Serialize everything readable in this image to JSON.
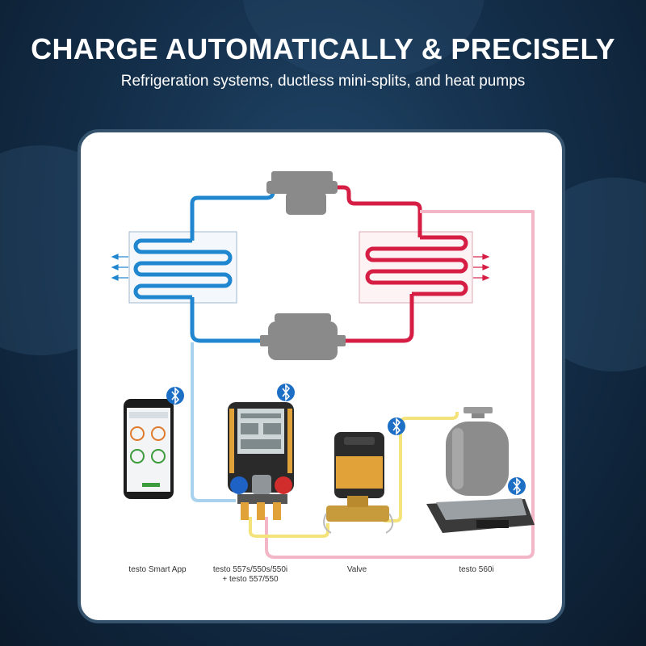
{
  "header": {
    "title": "CHARGE AUTOMATICALLY & PRECISELY",
    "subtitle": "Refrigeration systems, ductless mini-splits, and heat pumps"
  },
  "devices": {
    "app": {
      "label": "testo Smart App"
    },
    "manifold": {
      "label_line1": "testo 557s/550s/550i",
      "label_line2": "+ testo 557/550"
    },
    "valve": {
      "label": "Valve"
    },
    "scale": {
      "label": "testo 560i"
    }
  },
  "colors": {
    "cold": "#1f86cf",
    "hot": "#d61e45",
    "suction_line": "#a8d2ee",
    "liquid_line": "#f2b6c6",
    "charge_line": "#f4e37a",
    "bluetooth": "#1d6fc6",
    "component": "#8a8a8a"
  },
  "icons": [
    "bluetooth-icon",
    "compressor-icon",
    "expansion-valve-icon",
    "smartphone-icon",
    "gas-cylinder-icon",
    "scale-icon"
  ]
}
